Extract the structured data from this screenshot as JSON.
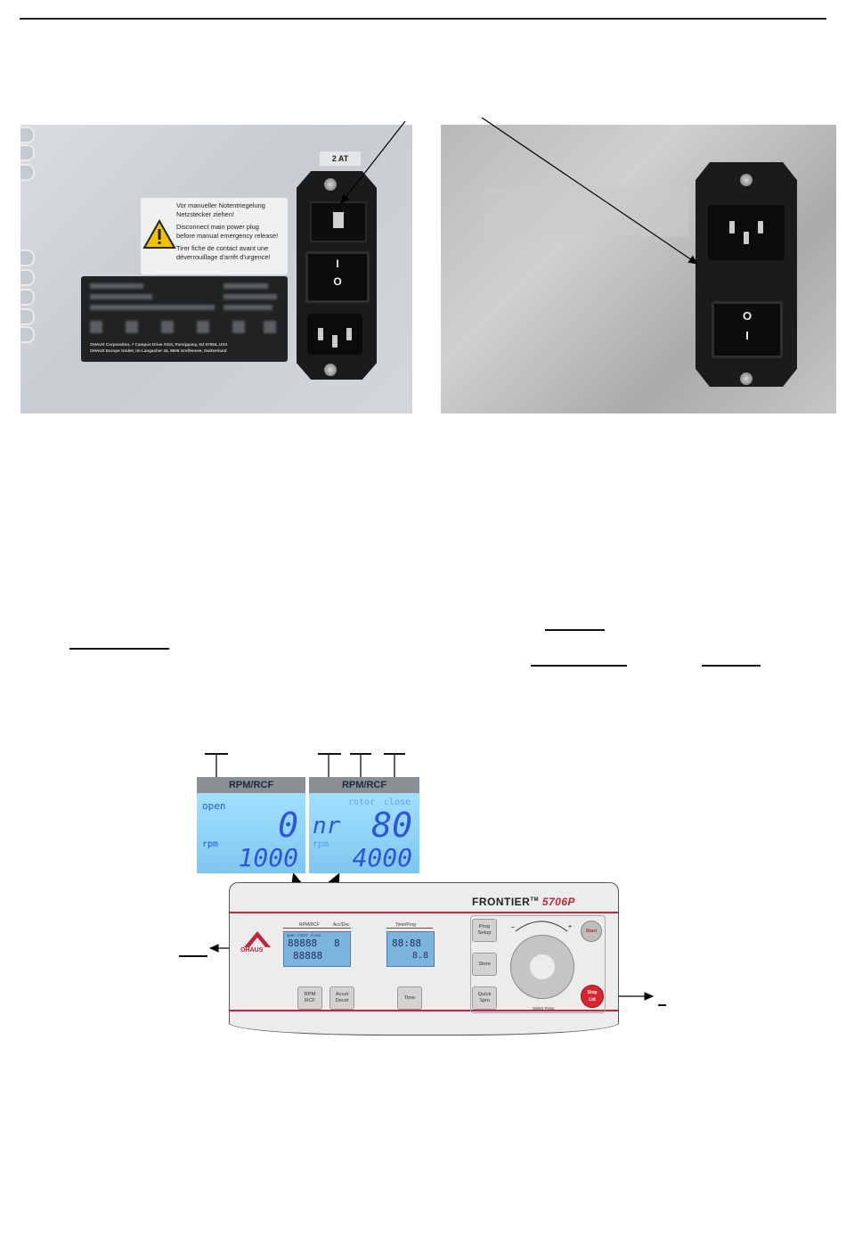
{
  "photo_left": {
    "fuse_rating": "2 AT",
    "warning_lines": [
      "Vor manueller Notentriegelung",
      "Netzstecker ziehen!",
      "Disconnect main power plug",
      "before manual emergency release!",
      "Tirer fiche de contact avant une",
      "déverrouillage d'arrêt d'urgence!"
    ],
    "nameplate_lines": [
      "OHAUS  Corporation, 7 Campus Drive #310, Parsippany, NJ 07054, USA",
      "OHAUS  Europe GmbH,  Im Langacher 44,  8606 Greifensee,  Switzerland"
    ],
    "switch_on": "I",
    "switch_off": "O"
  },
  "photo_right": {
    "switch_off": "O",
    "switch_on": "I"
  },
  "lcd_left": {
    "header": "RPM/RCF",
    "status": "open",
    "value": "0",
    "unit": "rpm",
    "setpoint": "1000"
  },
  "lcd_right": {
    "header": "RPM/RCF",
    "rotor_label": "rotor",
    "close_label": "close",
    "code": "nr",
    "value": "80",
    "unit": "rpm",
    "setpoint": "4000"
  },
  "panel": {
    "brand": "FRONTIER",
    "tm": "TM",
    "model": "5706P",
    "logo": "OHAUS",
    "rpm_rcf_label": "RPM/RCF",
    "acc_dec_label": "Acc/Dec",
    "time_prog_label": "Time/Prog",
    "mini_lcd1_top": "open  rotor  close",
    "mini_lcd1_digits": "88888",
    "mini_lcd1_bottom": "88888",
    "mini_lcd1_side": "8",
    "mini_lcd2_digits": "88:88",
    "mini_lcd2_small": "8.8",
    "btn_rpm_rcf": "RPM\nRCF",
    "btn_accel_decel": "Accel\nDecel",
    "btn_time": "Time",
    "btn_prog_setup": "Prog\nSetup",
    "btn_store": "Store",
    "btn_quick_spin": "Quick\nSpin",
    "btn_start": "Start",
    "btn_stop_lid": "Stop\nLid",
    "select_rotor": "Select Rotor",
    "dial_minus": "–",
    "dial_plus": "+"
  }
}
